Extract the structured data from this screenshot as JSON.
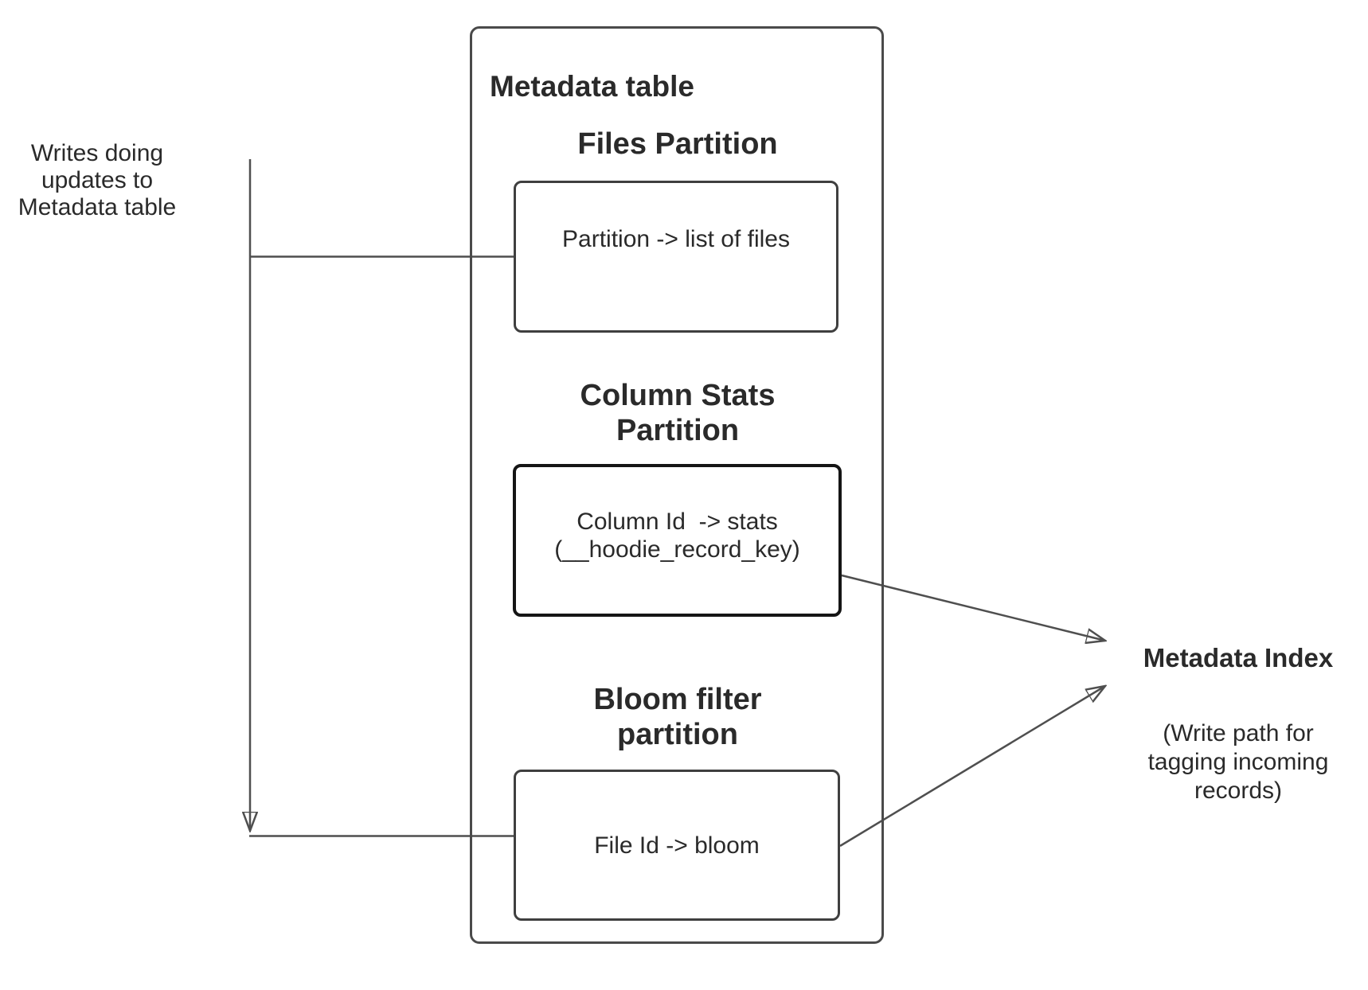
{
  "colors": {
    "background": "#ffffff",
    "line": "#4f4f4f",
    "outer_border": "#4a4a4a",
    "box_border": "#3f3f3f",
    "emphasis_border": "#151515",
    "text": "#2a2a2a"
  },
  "left_label": {
    "text": "Writes doing\nupdates to\nMetadata table"
  },
  "metadata_table": {
    "title": "Metadata table",
    "files_partition": {
      "heading": "Files Partition",
      "box_text": "Partition -> list of files"
    },
    "column_stats_partition": {
      "heading": "Column Stats\nPartition",
      "box_text": "Column Id  -> stats\n(__hoodie_record_key)"
    },
    "bloom_filter_partition": {
      "heading": "Bloom filter\npartition",
      "box_text": "File Id -> bloom"
    }
  },
  "metadata_index": {
    "title": "Metadata Index",
    "subtitle": "(Write path for\ntagging incoming\nrecords)"
  }
}
